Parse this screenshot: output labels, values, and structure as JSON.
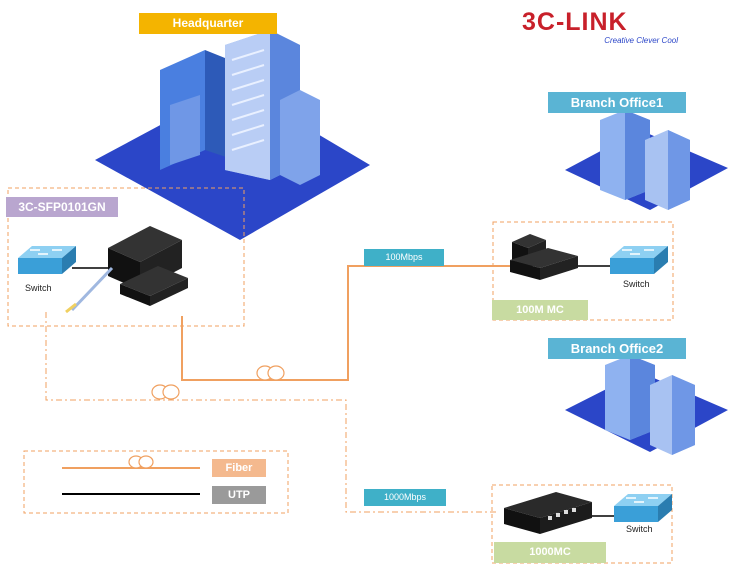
{
  "brand": {
    "name": "3C-LINK",
    "tagline": "Creative Clever Cool",
    "color": "#c8202a"
  },
  "sites": {
    "headquarter": "Headquarter",
    "branch1": "Branch Office1",
    "branch2": "Branch Office2"
  },
  "devices": {
    "hq_converter": "3C-SFP0101GN",
    "branch1_converter": "100M MC",
    "branch2_converter": "1000MC"
  },
  "switch_label": "Switch",
  "links": {
    "branch1_speed": "100Mbps",
    "branch2_speed": "1000Mbps"
  },
  "legend": {
    "fiber": "Fiber",
    "utp": "UTP"
  },
  "colors": {
    "fiber": "#f0a060",
    "utp": "#000000",
    "building_blue": "#3a6fd0",
    "speed_badge": "#3fb0c8",
    "branch_label": "#5ab4d4",
    "hq_label": "#f4b400",
    "hq_device_label": "#b9a6cf"
  }
}
